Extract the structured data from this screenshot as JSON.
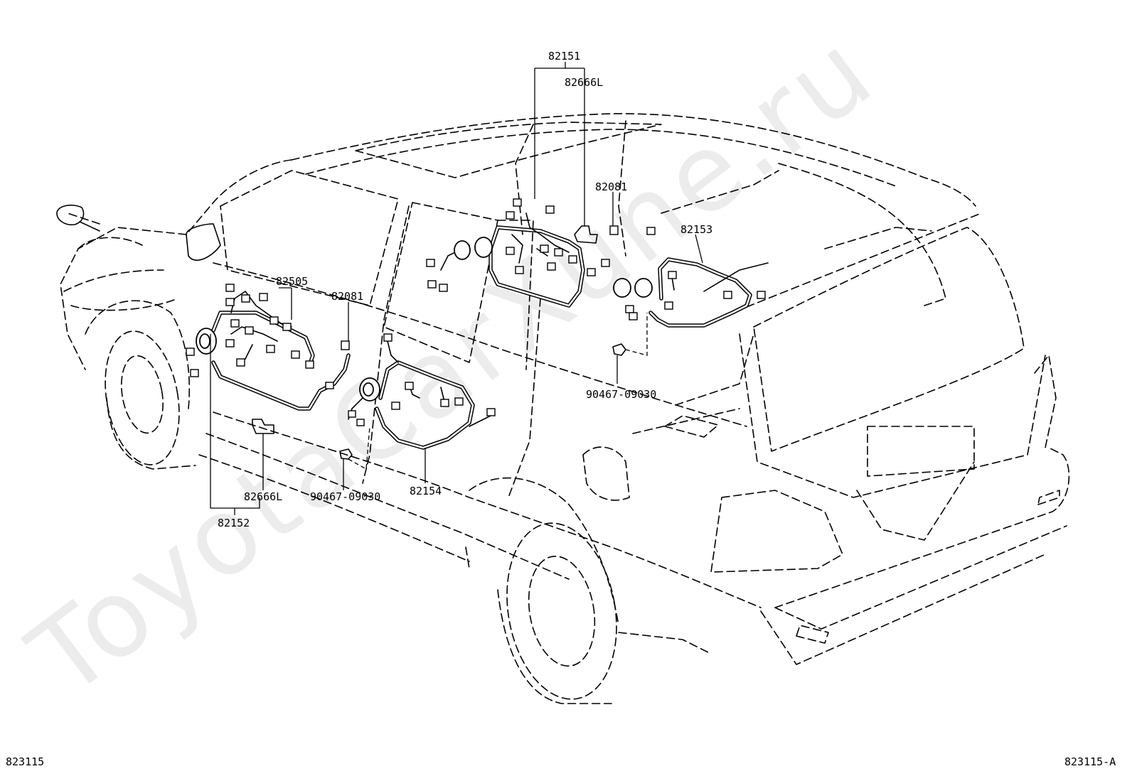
{
  "watermark": "ToyotaCarXune.ru",
  "labels": {
    "l82151": "82151",
    "l82666L_top": "82666L",
    "l82081_top": "82081",
    "l82153": "82153",
    "l82505": "82505",
    "l82081_mid": "82081",
    "l90467_right": "90467-09030",
    "l82154": "82154",
    "l90467_left": "90467-09030",
    "l82666L_bottom": "82666L",
    "l82152": "82152"
  },
  "footer": {
    "left_code": "823115",
    "right_code": "823115-A"
  }
}
